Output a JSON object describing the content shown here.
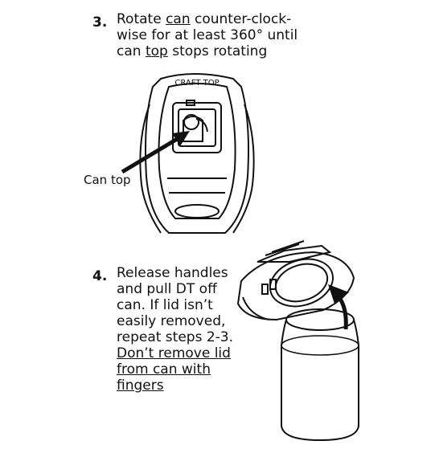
{
  "step3": {
    "number": "3.",
    "lines": [
      {
        "a": "Rotate ",
        "u": "can",
        "b": " counter-clock-"
      },
      {
        "a": "wise for at least 360° until",
        "u": "",
        "b": ""
      },
      {
        "a": "can ",
        "u": "top",
        "b": " stops rotating"
      }
    ],
    "device_label": "CRAFT TOP",
    "callout": "Can top"
  },
  "step4": {
    "number": "4.",
    "lines": [
      "Release handles",
      "and pull DT off",
      "can. If lid isn’t",
      "easily removed,",
      "repeat steps 2-3."
    ],
    "underlined_lines": [
      "Don’t remove lid",
      "from can with",
      "fingers"
    ]
  }
}
